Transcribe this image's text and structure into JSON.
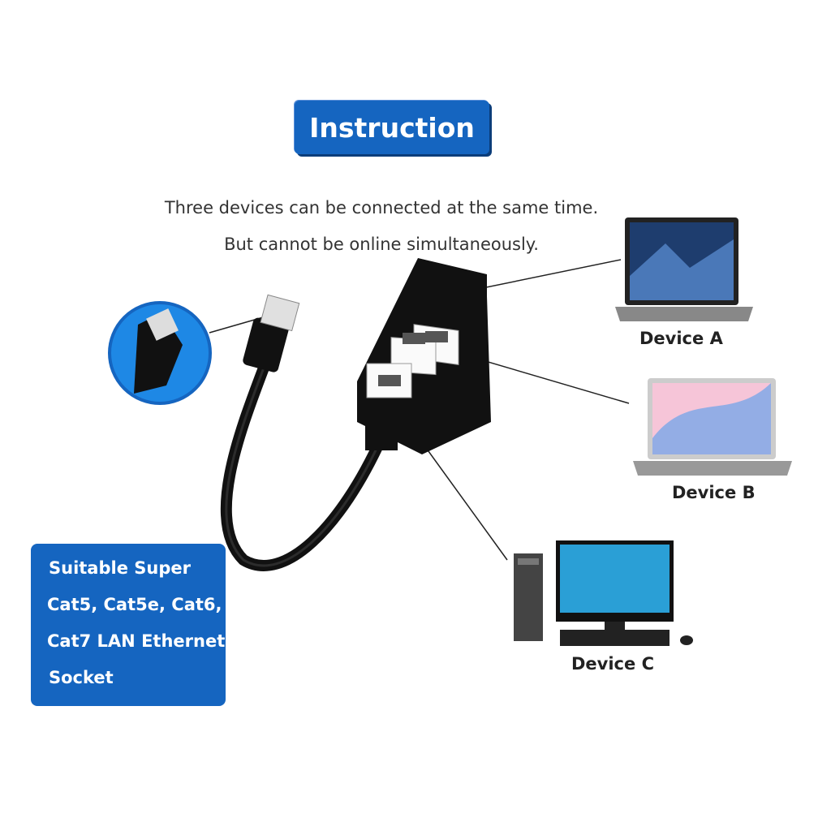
{
  "title": "Instruction",
  "description": {
    "line1": "Three devices can be connected at the same time.",
    "line2": "But cannot be online simultaneously."
  },
  "devices": [
    {
      "label": "Device A"
    },
    {
      "label": "Device B"
    },
    {
      "label": "Device C"
    }
  ],
  "compatibility": {
    "lines": [
      "Suitable Super",
      "Cat5, Cat5e, Cat6,",
      "Cat7 LAN Ethernet",
      "Socket"
    ]
  },
  "colors": {
    "accent": "#1565c0",
    "text": "#333333",
    "splitter": "#111111"
  }
}
